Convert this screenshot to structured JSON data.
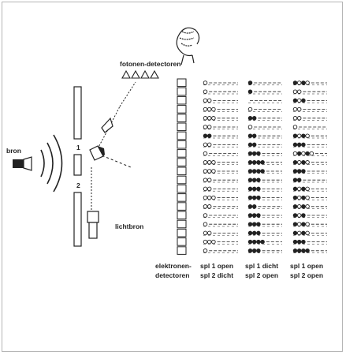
{
  "labels": {
    "source": "bron",
    "photon_detectors": "fotonen-detectoren",
    "light_source": "lichtbron",
    "slit1": "1",
    "slit2": "2"
  },
  "columns": [
    {
      "line1": "elektronen-",
      "line2": "detectoren"
    },
    {
      "line1": "spl 1 open",
      "line2": "spl 2 dicht"
    },
    {
      "line1": "spl 1 dicht",
      "line2": "spl 2 open"
    },
    {
      "line1": "spl 1 open",
      "line2": "spl 2 open"
    }
  ],
  "colors": {
    "ink": "#222222",
    "frame": "#b5b5b5",
    "background": "#ffffff"
  }
}
